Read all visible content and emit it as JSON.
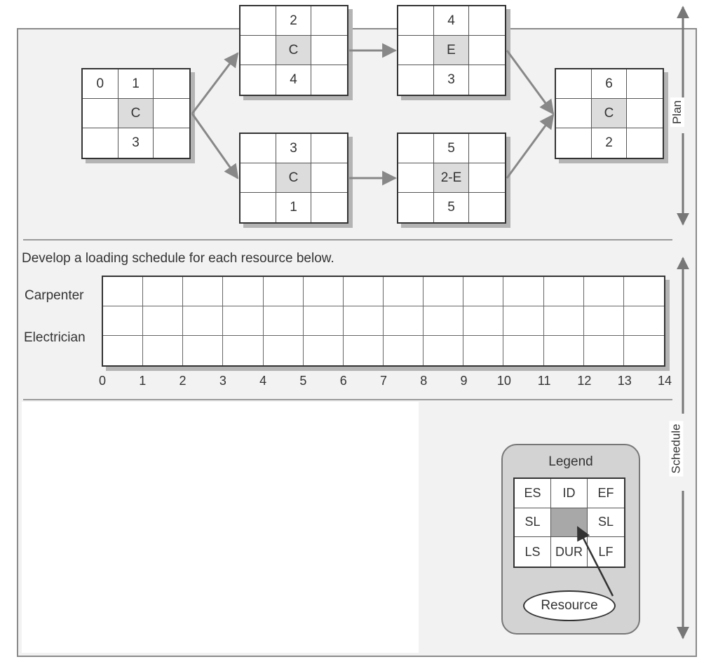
{
  "nodes": [
    {
      "cells": [
        "0",
        "1",
        "",
        "",
        "C",
        "",
        "",
        "3",
        ""
      ]
    },
    {
      "cells": [
        "",
        "2",
        "",
        "",
        "C",
        "",
        "",
        "4",
        ""
      ]
    },
    {
      "cells": [
        "",
        "3",
        "",
        "",
        "C",
        "",
        "",
        "1",
        ""
      ]
    },
    {
      "cells": [
        "",
        "4",
        "",
        "",
        "E",
        "",
        "",
        "3",
        ""
      ]
    },
    {
      "cells": [
        "",
        "5",
        "",
        "",
        "2-E",
        "",
        "",
        "5",
        ""
      ]
    },
    {
      "cells": [
        "",
        "6",
        "",
        "",
        "C",
        "",
        "",
        "2",
        ""
      ]
    }
  ],
  "schedule": {
    "instruction": "Develop a loading schedule for each resource below.",
    "resources": [
      "Carpenter",
      "Electrician"
    ],
    "ticks": [
      "0",
      "1",
      "2",
      "3",
      "4",
      "5",
      "6",
      "7",
      "8",
      "9",
      "10",
      "11",
      "12",
      "13",
      "14"
    ]
  },
  "side_labels": {
    "plan": "Plan",
    "schedule": "Schedule"
  },
  "legend": {
    "title": "Legend",
    "cells": [
      "ES",
      "ID",
      "EF",
      "SL",
      "",
      "SL",
      "LS",
      "DUR",
      "LF"
    ],
    "resource_label": "Resource"
  }
}
